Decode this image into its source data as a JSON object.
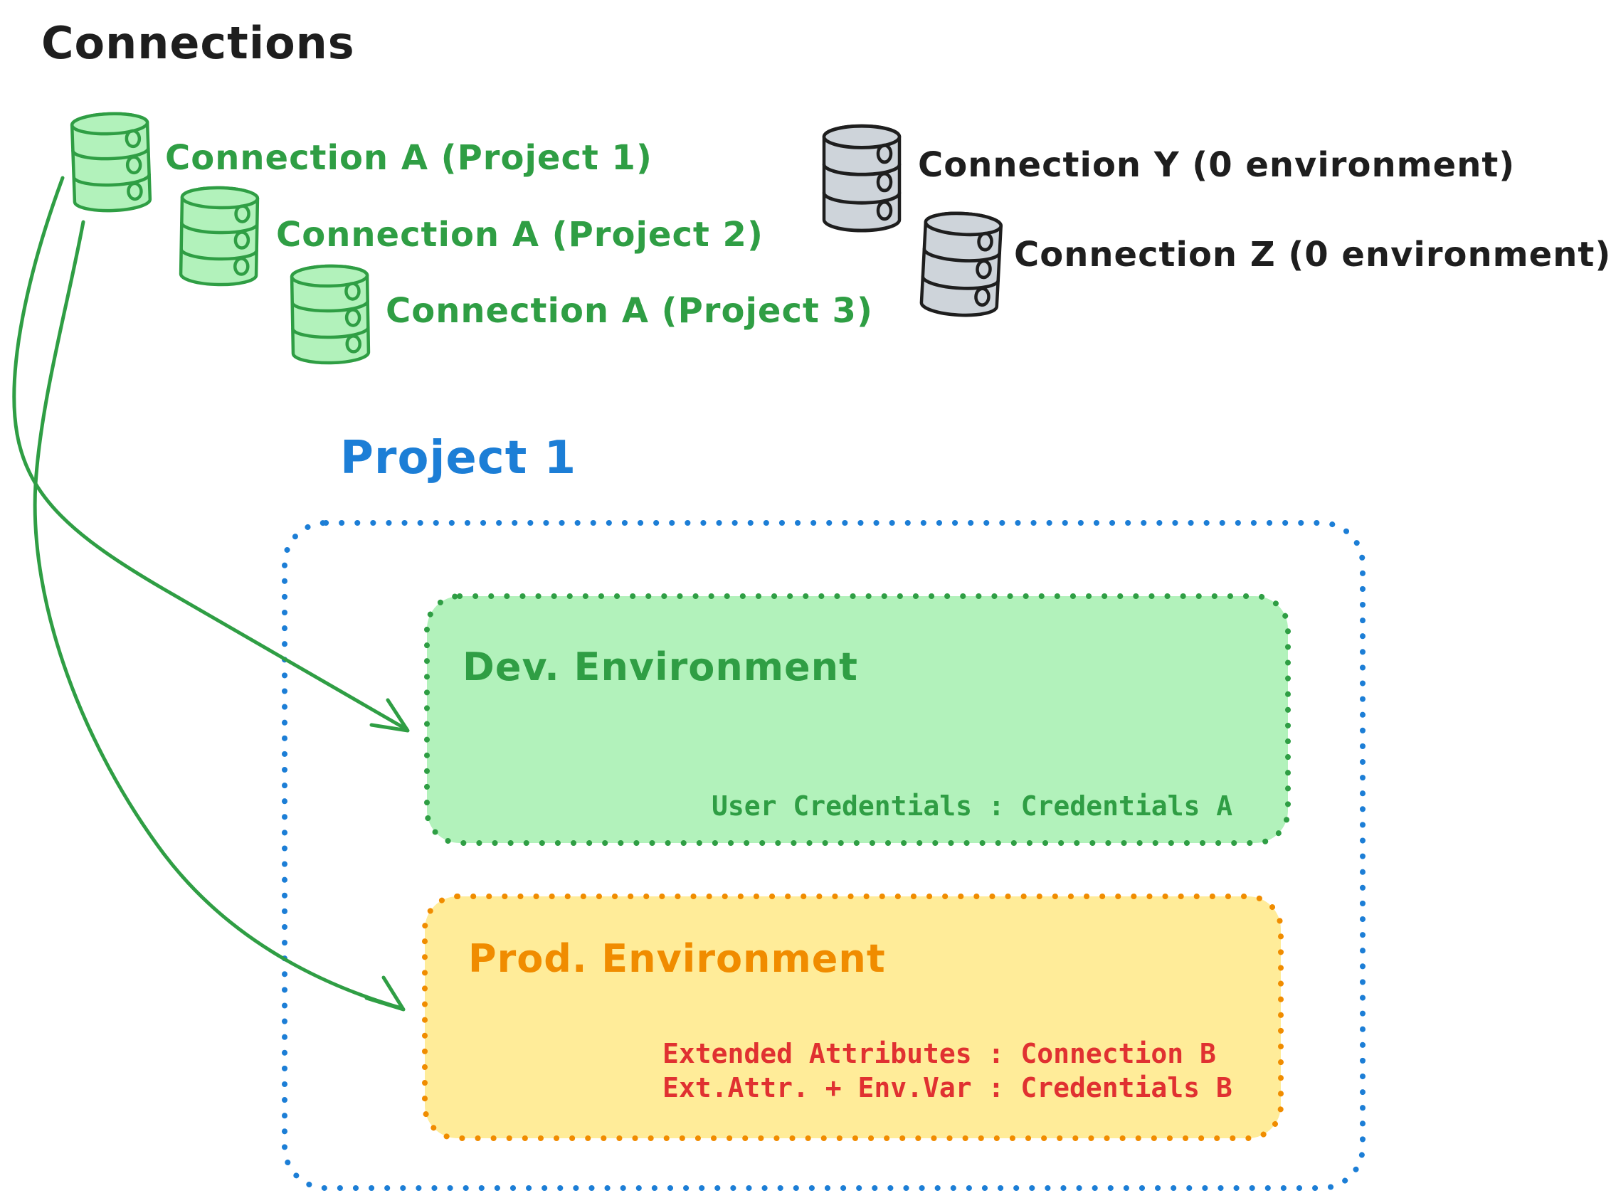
{
  "title": "Connections",
  "colors": {
    "green_stroke": "#2f9e44",
    "green_fill": "#b2f2bb",
    "blue": "#1c7ed6",
    "orange_stroke": "#f08c00",
    "yellow_fill": "#ffec99",
    "red": "#e03131",
    "gray_fill": "#ced4da",
    "black": "#1e1e1e"
  },
  "connections": {
    "project_a": [
      {
        "icon": "database-icon",
        "label": "Connection A (Project 1)"
      },
      {
        "icon": "database-icon",
        "label": "Connection A (Project 2)"
      },
      {
        "icon": "database-icon",
        "label": "Connection A (Project 3)"
      }
    ],
    "unassigned": [
      {
        "icon": "database-icon",
        "label": "Connection Y (0 environment)"
      },
      {
        "icon": "database-icon",
        "label": "Connection Z (0 environment)"
      }
    ]
  },
  "project": {
    "title": "Project 1",
    "environments": [
      {
        "name": "Dev. Environment",
        "mappings": [
          "User Credentials : Credentials A"
        ]
      },
      {
        "name": "Prod. Environment",
        "mappings": [
          "Extended Attributes : Connection B",
          "Ext.Attr. + Env.Var : Credentials B"
        ]
      }
    ]
  }
}
